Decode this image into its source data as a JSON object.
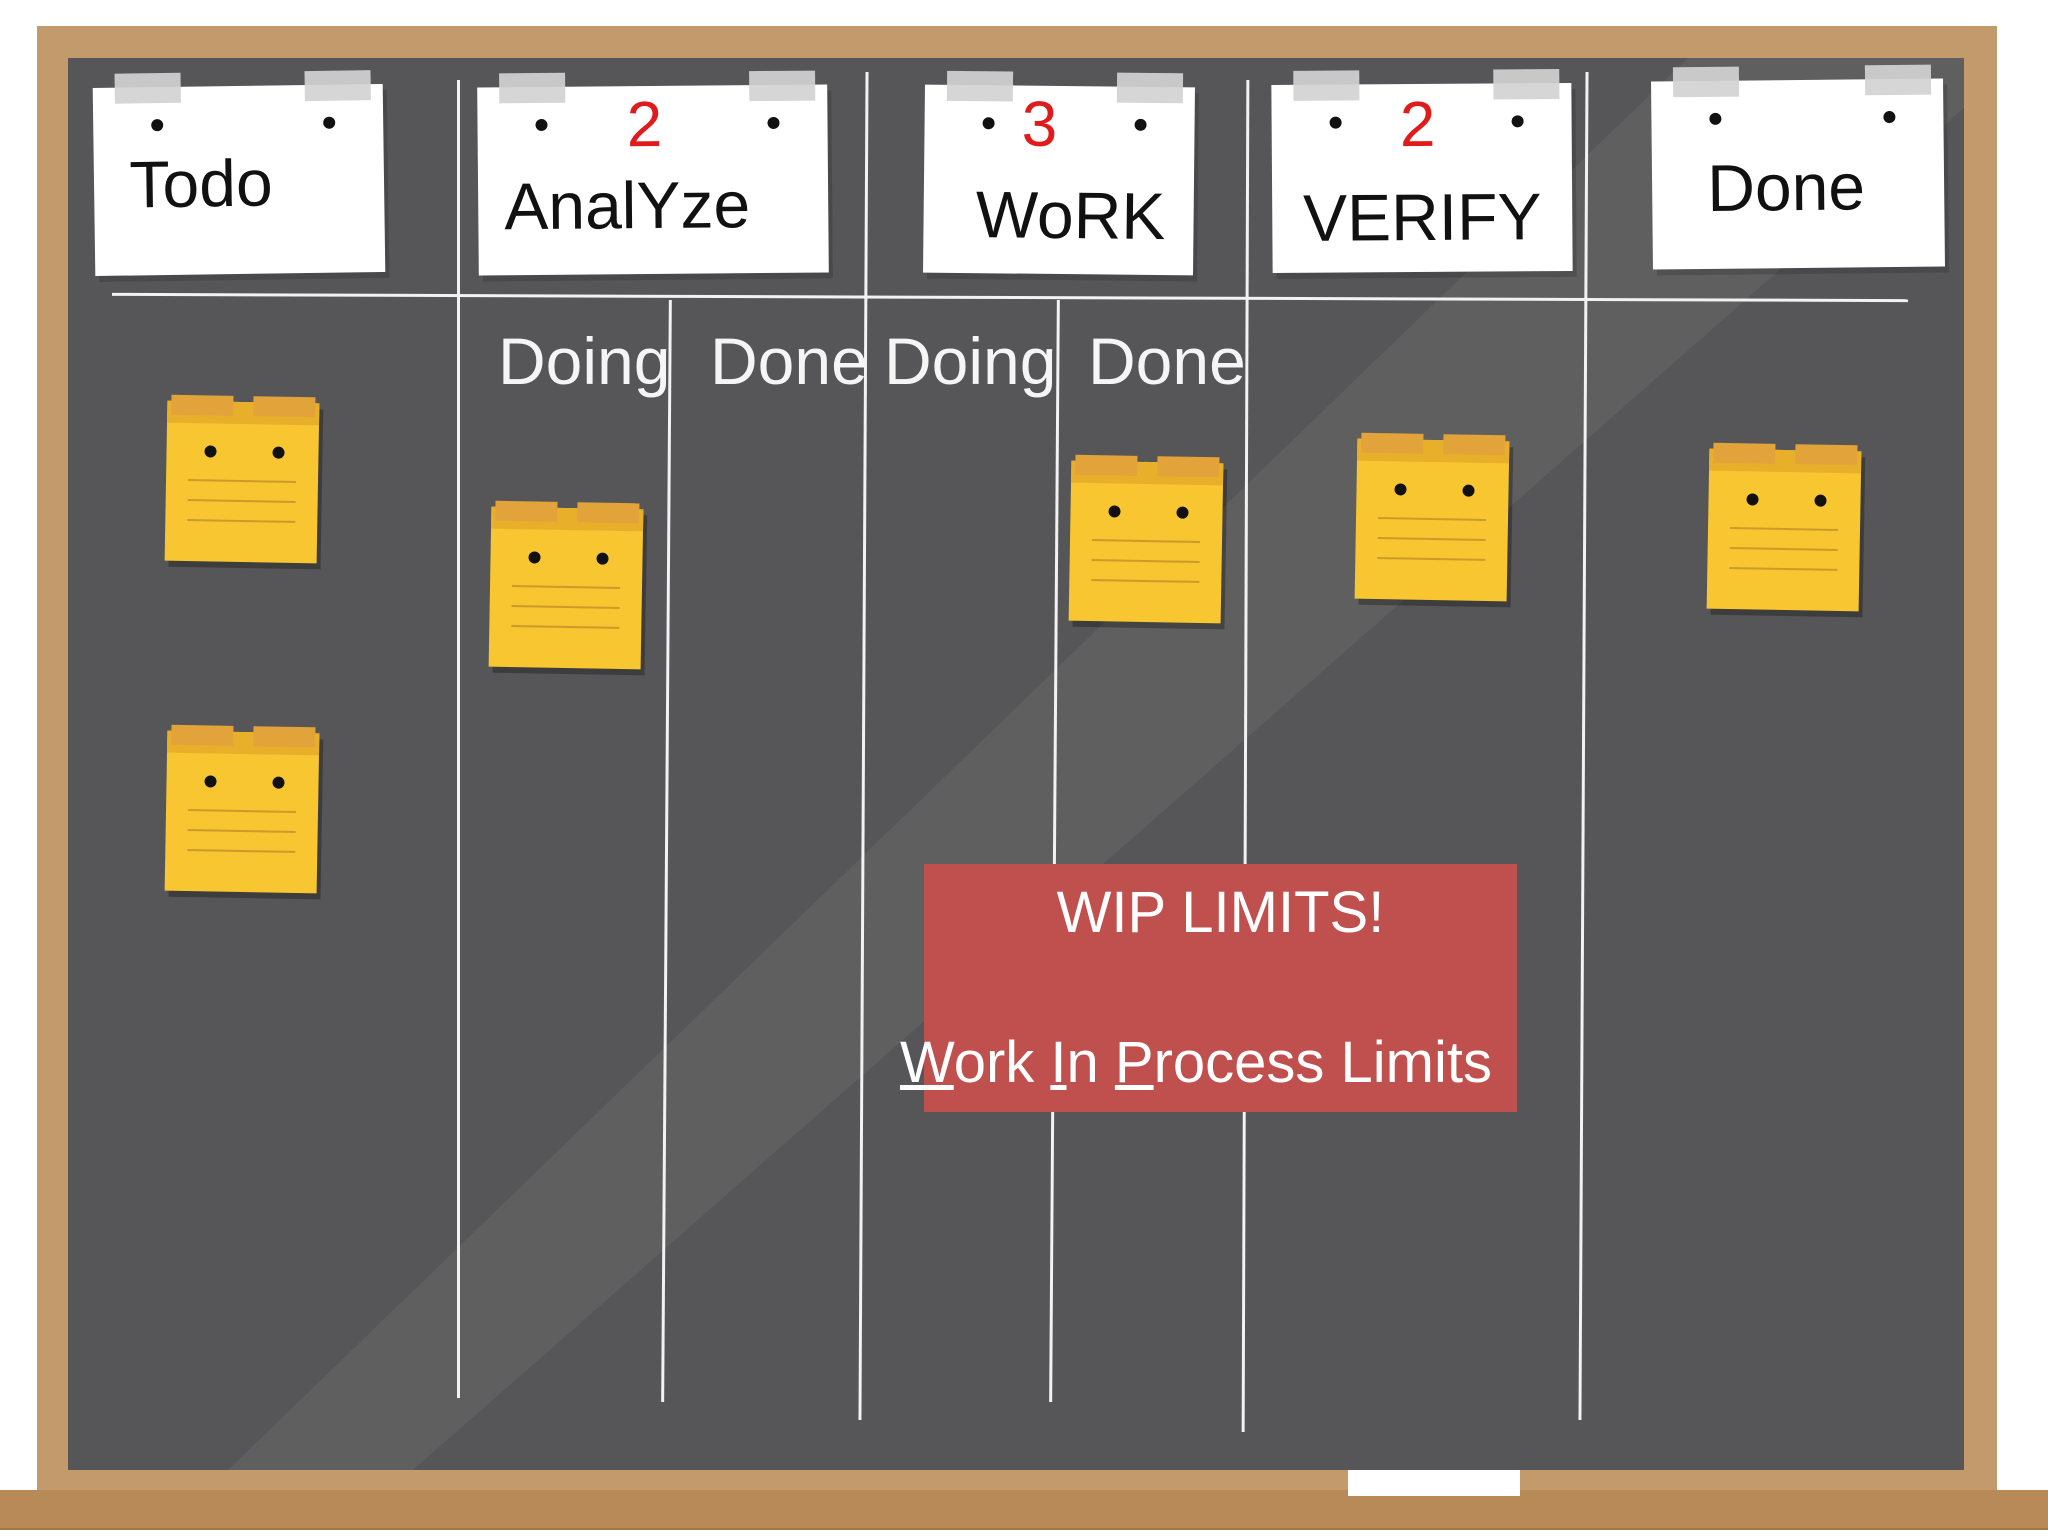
{
  "columns": [
    {
      "label": "Todo",
      "wip_limit": ""
    },
    {
      "label": "AnalYze",
      "wip_limit": "2"
    },
    {
      "label": "WoRK",
      "wip_limit": "3"
    },
    {
      "label": "VERIFY",
      "wip_limit": "2"
    },
    {
      "label": "Done",
      "wip_limit": ""
    }
  ],
  "sub_columns": [
    "Doing",
    "Done",
    "Doing",
    "Done"
  ],
  "wip_banner": {
    "title": "WIP LIMITS!",
    "subtitle": {
      "w_initial": "W",
      "w_rest": "ork ",
      "i_initial": "I",
      "i_rest": "n ",
      "p_initial": "P",
      "p_rest": "rocess Limits"
    }
  },
  "colors": {
    "board": "#565557",
    "frame": "#c39a6b",
    "sticky_note": "#f7c631",
    "wip_number": "#e01b1b",
    "banner": "#c0504d"
  }
}
